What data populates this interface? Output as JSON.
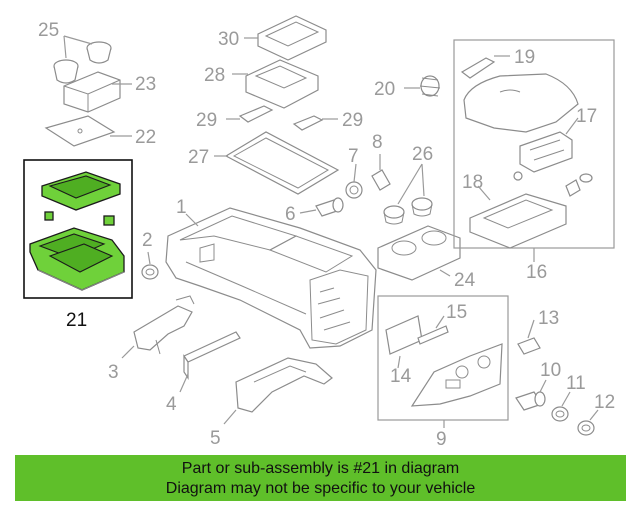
{
  "diagram": {
    "callouts": [
      "1",
      "2",
      "3",
      "4",
      "5",
      "6",
      "7",
      "8",
      "9",
      "10",
      "11",
      "12",
      "13",
      "14",
      "15",
      "16",
      "17",
      "18",
      "19",
      "20",
      "21",
      "22",
      "23",
      "24",
      "25",
      "26",
      "27",
      "28",
      "29",
      "29",
      "30"
    ],
    "highlighted_part": "21",
    "colors": {
      "highlight_fill": "#6fd13a",
      "highlight_dark": "#4fae22",
      "banner": "#5fbf2a",
      "line": "#9a9a9a"
    }
  },
  "banner": {
    "line1": "Part or sub-assembly is #21 in diagram",
    "line2": "Diagram may not be specific to your vehicle"
  }
}
